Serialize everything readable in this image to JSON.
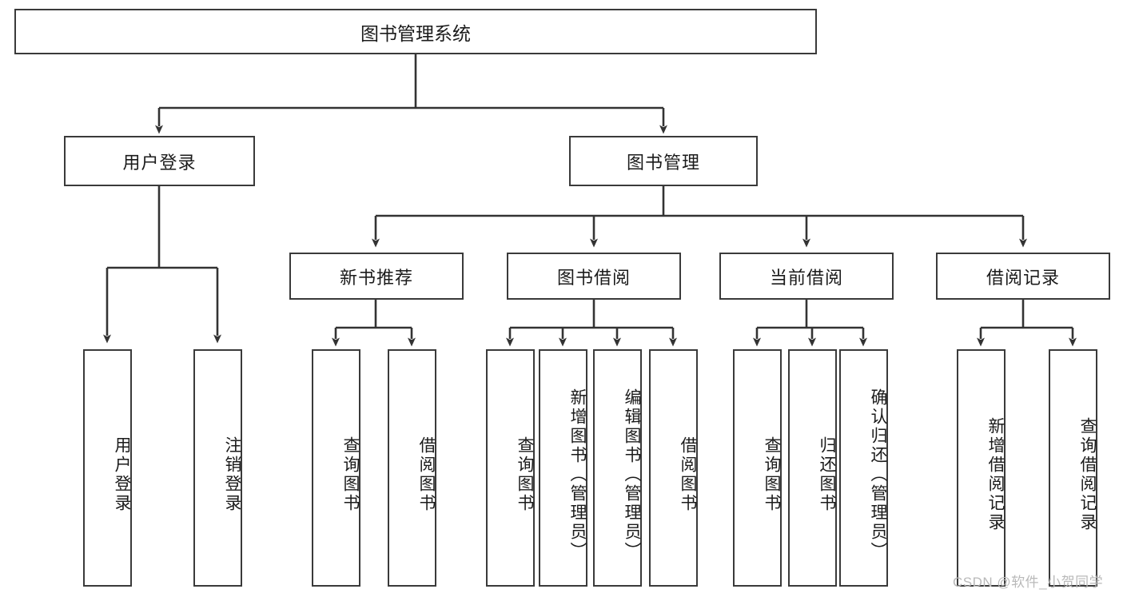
{
  "diagram": {
    "title": "图书管理系统",
    "type": "tree",
    "watermark": "CSDN @软件_小贺同学",
    "colors": {
      "box_border": "#3a3a3a",
      "box_fill": "#ffffff",
      "line": "#333333",
      "text": "#1b1b1b",
      "watermark": "#b9b9b9"
    },
    "levels": {
      "root": {
        "label": "图书管理系统"
      },
      "level2": [
        {
          "label": "用户登录"
        },
        {
          "label": "图书管理"
        }
      ],
      "level3": [
        {
          "label": "新书推荐"
        },
        {
          "label": "图书借阅"
        },
        {
          "label": "当前借阅"
        },
        {
          "label": "借阅记录"
        }
      ],
      "leaves": [
        {
          "label": "用户登录",
          "parent": "用户登录"
        },
        {
          "label": "注销登录",
          "parent": "用户登录"
        },
        {
          "label": "查询图书",
          "parent": "新书推荐"
        },
        {
          "label": "借阅图书",
          "parent": "新书推荐"
        },
        {
          "label": "查询图书",
          "parent": "图书借阅"
        },
        {
          "label": "新增图书（管理员）",
          "parent": "图书借阅"
        },
        {
          "label": "编辑图书（管理员）",
          "parent": "图书借阅"
        },
        {
          "label": "借阅图书",
          "parent": "图书借阅"
        },
        {
          "label": "查询图书",
          "parent": "当前借阅"
        },
        {
          "label": "归还图书",
          "parent": "当前借阅"
        },
        {
          "label": "确认归还（管理员）",
          "parent": "当前借阅"
        },
        {
          "label": "新增借阅记录",
          "parent": "借阅记录"
        },
        {
          "label": "查询借阅记录",
          "parent": "借阅记录"
        }
      ]
    }
  }
}
